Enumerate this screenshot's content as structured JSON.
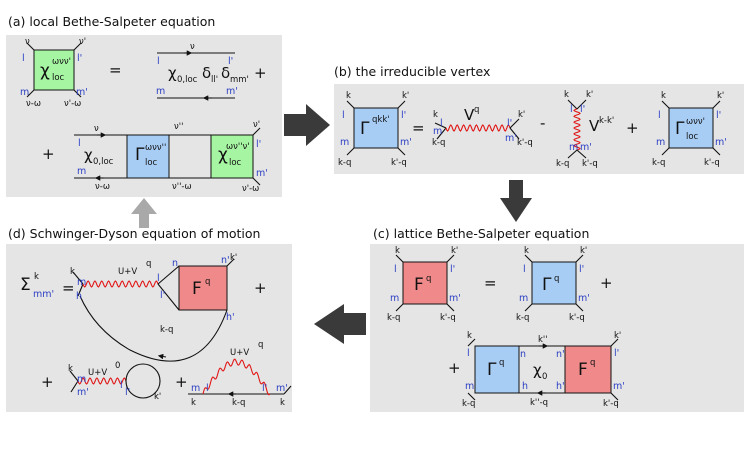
{
  "panels": {
    "a": {
      "title": "(a) local Bethe-Salpeter equation",
      "lhs": {
        "sym": "χ",
        "sub": "loc",
        "sup": "ωνν'",
        "tl": "ν",
        "tr": "ν'",
        "l": "l",
        "lr": "l'",
        "m": "m",
        "mr": "m'",
        "bl": "ν-ω",
        "br": "ν'-ω"
      },
      "eq": "=",
      "bubble": {
        "sym": "χ",
        "sub": "0,loc",
        "delta1": "δ",
        "delta1sub": "ll'",
        "delta2": "δ",
        "delta2sub": "mm'",
        "top": "ν",
        "l": "l",
        "lr": "l'",
        "m": "m",
        "mr": "m'"
      },
      "plus1": "+",
      "plus2": "+",
      "chi0": {
        "sym": "χ",
        "sub": "0,loc"
      },
      "gamma": {
        "sym": "Γ",
        "sub": "loc",
        "sup": "ωνν''"
      },
      "chi2": {
        "sym": "χ",
        "sub": "loc",
        "sup": "ων''ν'"
      },
      "lab": {
        "nu": "ν",
        "nupp": "ν''",
        "nup": "ν'",
        "l": "l",
        "lp": "l'",
        "m": "m",
        "mp": "m'",
        "numw": "ν-ω",
        "nuppmw": "ν''-ω",
        "nupmw": "ν'-ω"
      }
    },
    "b": {
      "title": "(b) the irreducible vertex",
      "lhs": {
        "sym": "Γ",
        "sup": "qkk'"
      },
      "eq": "=",
      "minus": "-",
      "plus": "+",
      "v1": {
        "sym": "V",
        "sup": "q"
      },
      "v2": {
        "sym": "V",
        "sup": "k-k'"
      },
      "gamma": {
        "sym": "Γ",
        "sub": "loc",
        "sup": "ωνν'"
      },
      "lab": {
        "k": "k",
        "kp": "k'",
        "kq": "k-q",
        "kpq": "k'-q",
        "l": "l",
        "lp": "l'",
        "m": "m",
        "mp": "m'"
      }
    },
    "c": {
      "title": "(c) lattice Bethe-Salpeter equation",
      "lhs": {
        "sym": "F",
        "sup": "q"
      },
      "eq": "=",
      "plus1": "+",
      "plus2": "+",
      "gamma": {
        "sym": "Γ",
        "sup": "q"
      },
      "chi0": {
        "sym": "χ",
        "sub": "0"
      },
      "f": {
        "sym": "F",
        "sup": "q"
      },
      "lab": {
        "k": "k",
        "kp": "k'",
        "kpp": "k''",
        "kq": "k-q",
        "kpq": "k'-q",
        "kppq": "k''-q",
        "l": "l",
        "lp": "l'",
        "m": "m",
        "mp": "m'",
        "n": "n",
        "np": "n'",
        "h": "h",
        "hp": "h'"
      }
    },
    "d": {
      "title": "(d) Schwinger-Dyson equation of motion",
      "lhs": {
        "sym": "Σ",
        "sup": "k",
        "sub": "mm'"
      },
      "eq": "=",
      "plus1": "+",
      "plus2": "+",
      "plus3": "+",
      "f": {
        "sym": "F",
        "sup": "q"
      },
      "uvq": {
        "sym": "U+V",
        "sup": "q"
      },
      "uv0": {
        "sym": "U+V",
        "sup": "0"
      },
      "lab": {
        "k": "k",
        "kp": "k'",
        "kq": "k-q",
        "m": "m",
        "mp": "m'",
        "l": "l",
        "lp": "l'",
        "n": "n",
        "np": "n'",
        "h": "h",
        "hp": "h'"
      }
    }
  },
  "colors": {
    "panel_bg": "#e5e5e5",
    "green_box": "#a6f5a2",
    "blue_box": "#a8cdf5",
    "red_box": "#f08a8a",
    "wavy": "#e11818",
    "label_blue": "#2b3fc4",
    "arrow_dark": "#3a3a3a",
    "arrow_light": "#a9a9a9"
  }
}
